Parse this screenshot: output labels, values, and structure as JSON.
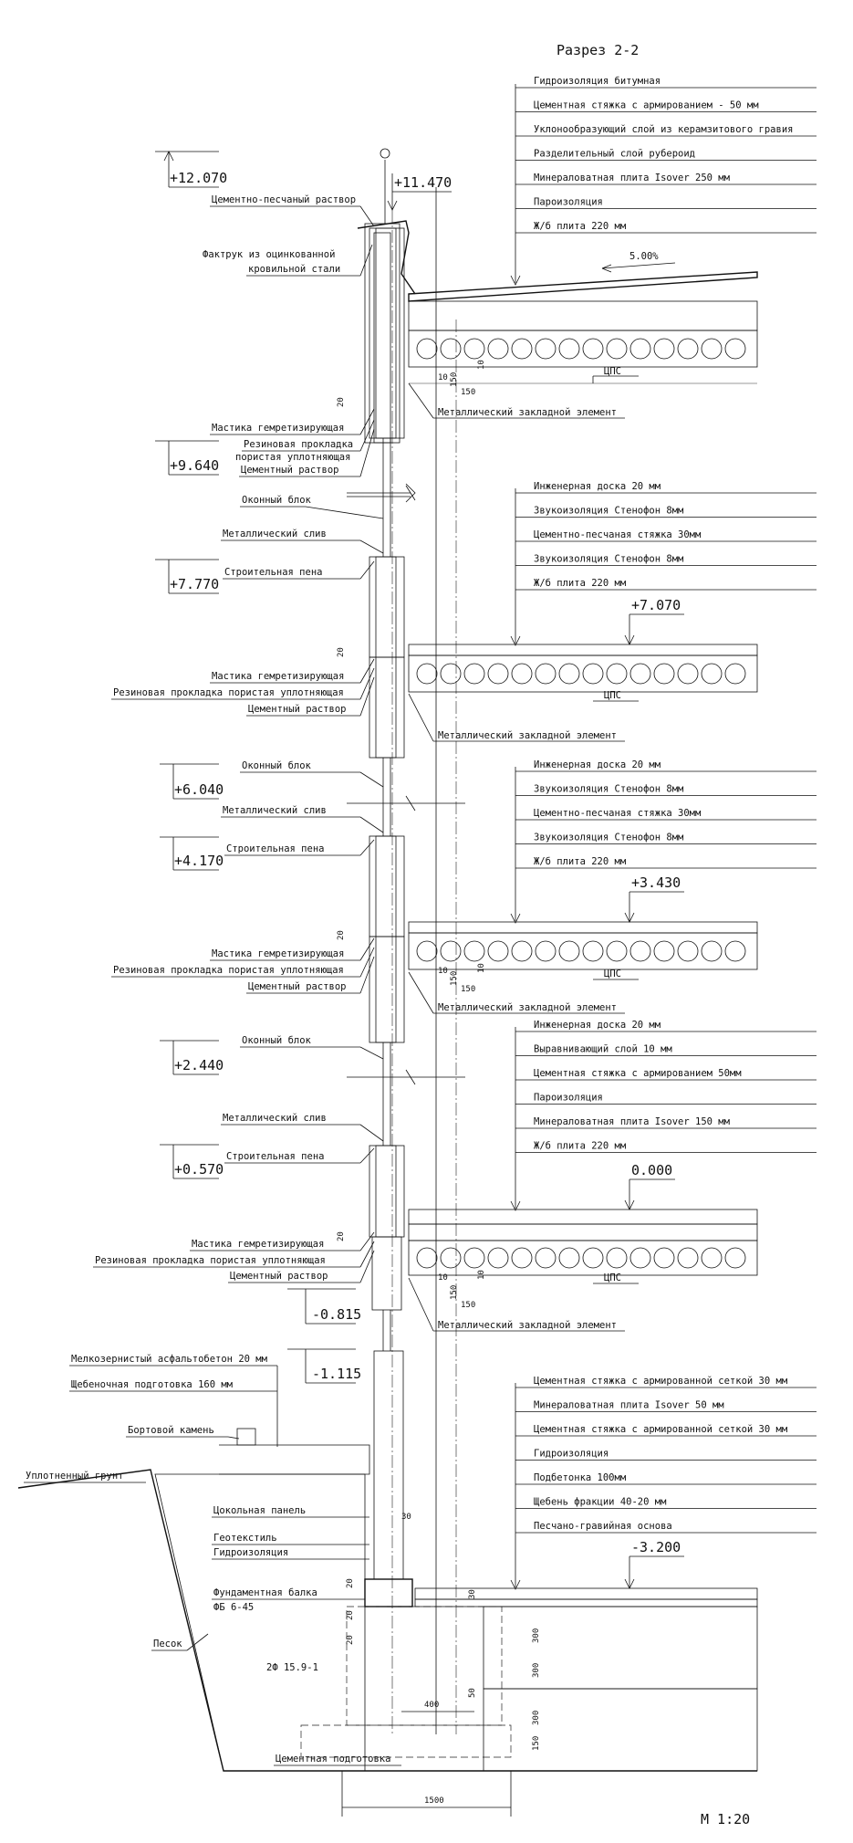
{
  "title": "Разрез 2-2",
  "scale": "М 1:20",
  "levels": {
    "l12070": "+12.070",
    "l11470": "+11.470",
    "l9640": "+9.640",
    "l7770": "+7.770",
    "l7070": "+7.070",
    "l6040": "+6.040",
    "l4170": "+4.170",
    "l3430": "+3.430",
    "l2440": "+2.440",
    "l0570": "+0.570",
    "l0000": "0.000",
    "lm0815": "-0.815",
    "lm1115": "-1.115",
    "lm3200": "-3.200"
  },
  "roof_layers": [
    "Гидроизоляция битумная",
    "Цементная стяжка с армированием - 50 мм",
    "Уклонообразующий слой из керамзитового гравия",
    "Разделительный слой рубероид",
    "Минераловатная плита Isover 250 мм",
    "Пароизоляция",
    "Ж/б плита 220 мм"
  ],
  "floor3_layers": [
    "Инженерная доска 20 мм",
    "Звукоизоляция Стенофон 8мм",
    "Цементно-песчаная стяжка 30мм",
    "Звукоизоляция Стенофон 8мм",
    "Ж/б плита 220 мм"
  ],
  "floor2_layers": [
    "Инженерная доска 20 мм",
    "Звукоизоляция Стенофон 8мм",
    "Цементно-песчаная стяжка 30мм",
    "Звукоизоляция Стенофон 8мм",
    "Ж/б плита 220 мм"
  ],
  "floor1_layers": [
    "Инженерная доска 20 мм",
    "Выравнивающий слой 10 мм",
    "Цементная стяжка с армированием 50мм",
    "Пароизоляция",
    "Минераловатная плита Isover 150 мм",
    "Ж/б плита 220 мм"
  ],
  "basement_layers": [
    "Цементная стяжка с армированной сеткой 30 мм",
    "Минераловатная плита Isover 50 мм",
    "Цементная стяжка с армированной сеткой 30 мм",
    "Гидроизоляция",
    "Подбетонка 100мм",
    "Щебень фракции 40-20 мм",
    "Песчано-гравийная основа"
  ],
  "labels": {
    "cement_sand_mortar": "Цементно-песчаный раствор",
    "faktruk_1": "Фактрук из оцинкованной",
    "faktruk_2": "кровильной стали",
    "slope": "5.00%",
    "cps": "ЦПС",
    "metal_embed": "Металлический закладной элемент",
    "sealant": "Мастика гемретизирующая",
    "rubber_gasket_a": "Резиновая прокладка",
    "rubber_gasket_b": "пористая уплотняющая",
    "rubber_gasket_full": "Резиновая прокладка пористая уплотняющая",
    "cement_mortar": "Цементный раствор",
    "window_block": "Оконный блок",
    "metal_drip": "Металлический слив",
    "building_foam": "Строительная пена",
    "asphalt": "Мелкозернистый асфальтобетон 20 мм",
    "gravel_prep": "Щебеночная подготовка 160 мм",
    "curb": "Бортовой камень",
    "compacted_soil": "Уплотненный грунт",
    "plinth_panel": "Цокольная панель",
    "geotextile": "Геотекстиль",
    "waterproofing": "Гидроизоляция",
    "found_beam_1": "Фундаментная балка",
    "found_beam_2": "ФБ 6-45",
    "sand": "Песок",
    "footing": "2Ф 15.9-1",
    "cement_prep": "Цементная подготовка"
  },
  "dims": {
    "d20": "20",
    "d10": "10",
    "d150": "150",
    "d30": "30",
    "d300": "300",
    "d400": "400",
    "d50": "50",
    "d1500": "1500"
  }
}
